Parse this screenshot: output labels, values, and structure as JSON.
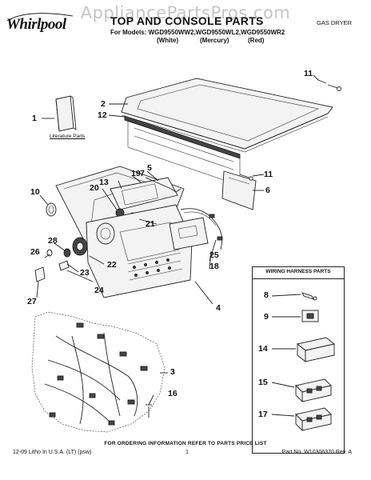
{
  "watermark": "AppliancePartsPros.com",
  "brand": {
    "name": "Whirlpool"
  },
  "header": {
    "title": "TOP AND CONSOLE PARTS",
    "models": "For Models: WGD9550WW2,WGD9550WL2,WGD9550WR2",
    "colors": [
      "(White)",
      "(Mercury)",
      "(Red)"
    ],
    "product_type": "GAS DRYER"
  },
  "literature_label": "Literature Parts",
  "wiring_harness_title": "WIRING HARNESS PARTS",
  "callouts": [
    "1",
    "2",
    "3",
    "4",
    "5",
    "6",
    "7",
    "8",
    "9",
    "10",
    "11",
    "11",
    "12",
    "13",
    "14",
    "15",
    "16",
    "17",
    "18",
    "19",
    "20",
    "21",
    "22",
    "23",
    "24",
    "25",
    "26",
    "27",
    "28"
  ],
  "footer": {
    "note": "FOR ORDERING INFORMATION REFER TO PARTS PRICE LIST",
    "left": "12-09 Litho In U.S.A. (LT) (psw)",
    "page": "1",
    "right": "Part No. W10306370 Rev. A"
  }
}
